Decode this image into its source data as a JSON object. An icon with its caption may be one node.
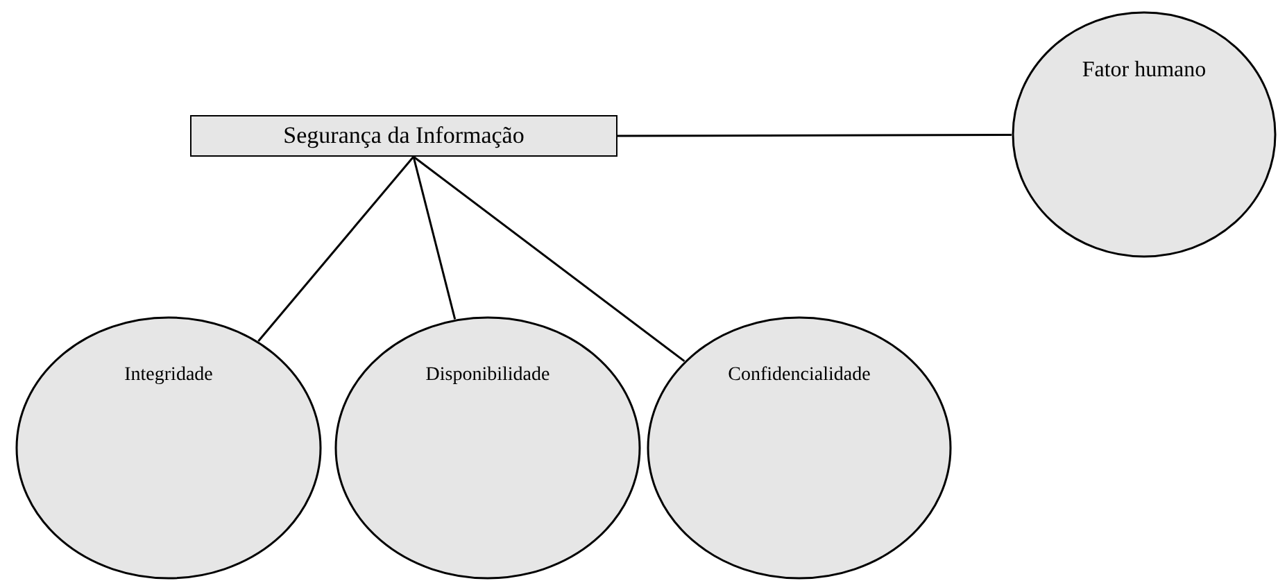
{
  "diagram": {
    "nodes": [
      {
        "text": [
          "Segurança da Informação"
        ]
      },
      {
        "text": [
          "Fator humano"
        ]
      },
      {
        "text": [
          "Integridade"
        ]
      },
      {
        "text": [
          "Disponibilidade"
        ]
      },
      {
        "text": [
          "Confidencialidade"
        ]
      }
    ],
    "edges": [
      {
        "from": 0,
        "to": 1,
        "arrow": "none"
      },
      {
        "from": 0,
        "to": 2,
        "arrow": "none"
      },
      {
        "from": 0,
        "to": 3,
        "arrow": "none"
      },
      {
        "from": 0,
        "to": 4,
        "arrow": "none"
      }
    ]
  }
}
